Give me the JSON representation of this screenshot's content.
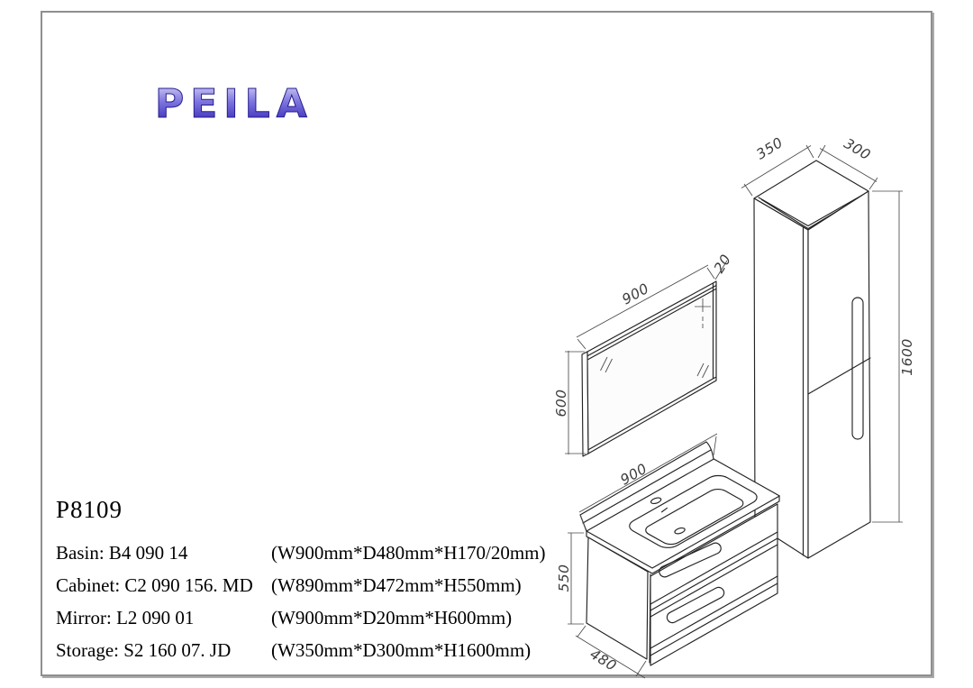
{
  "brand": {
    "name": "PEILA",
    "gradient_top": "#e0def6",
    "gradient_mid": "#7d74de",
    "gradient_bottom": "#2a1dae",
    "outline": "#241c8f"
  },
  "product": {
    "code": "P8109",
    "specs": [
      {
        "left": "Basin: B4 090 14",
        "right": "(W900mm*D480mm*H170/20mm)"
      },
      {
        "left": "Cabinet: C2 090 156. MD",
        "right": "(W890mm*D472mm*H550mm)"
      },
      {
        "left": "Mirror: L2 090 01",
        "right": "(W900mm*D20mm*H600mm)"
      },
      {
        "left": "Storage: S2 160 07. JD",
        "right": "(W350mm*D300mm*H1600mm)"
      }
    ]
  },
  "drawings": {
    "mirror": {
      "width_mm": "900",
      "thickness_mm": "20",
      "height_mm": "600"
    },
    "storage": {
      "depth_mm": "350",
      "width_mm": "300",
      "height_mm": "1600"
    },
    "vanity": {
      "width_mm": "900",
      "height_mm": "550",
      "depth_mm": "480"
    }
  }
}
